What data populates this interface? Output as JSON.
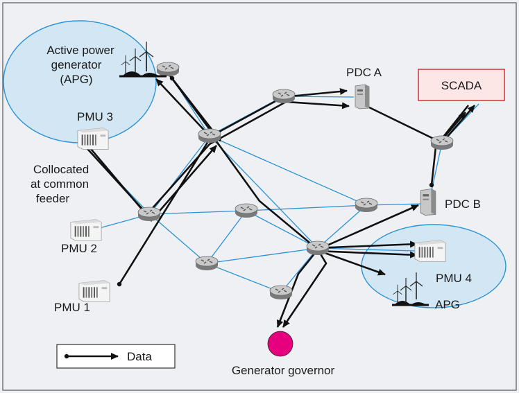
{
  "labels": {
    "apg_top": [
      "Active power",
      "generator",
      "(APG)"
    ],
    "pdc_a": "PDC A",
    "pdc_b": "PDC B",
    "scada": "SCADA",
    "pmu3": "PMU 3",
    "collocated": [
      "Collocated",
      "at common",
      "feeder"
    ],
    "pmu2": "PMU 2",
    "pmu1": "PMU 1",
    "pmu4": "PMU 4",
    "apg_bottom": "APG",
    "governor": "Generator governor",
    "legend": "Data"
  },
  "colors": {
    "background": "#eef0f3",
    "region_fill": "#d3e6f3",
    "region_stroke": "#2a93d5",
    "network_link": "#2a93d5",
    "data_flow": "#111111",
    "scada_fill": "#fde6e6",
    "scada_stroke": "#d2232a",
    "governor_fill": "#e6007e"
  },
  "icons": [
    "router-icon",
    "pmu-device-icon",
    "pdc-server-icon",
    "wind-turbine-icon",
    "generator-governor-icon"
  ]
}
